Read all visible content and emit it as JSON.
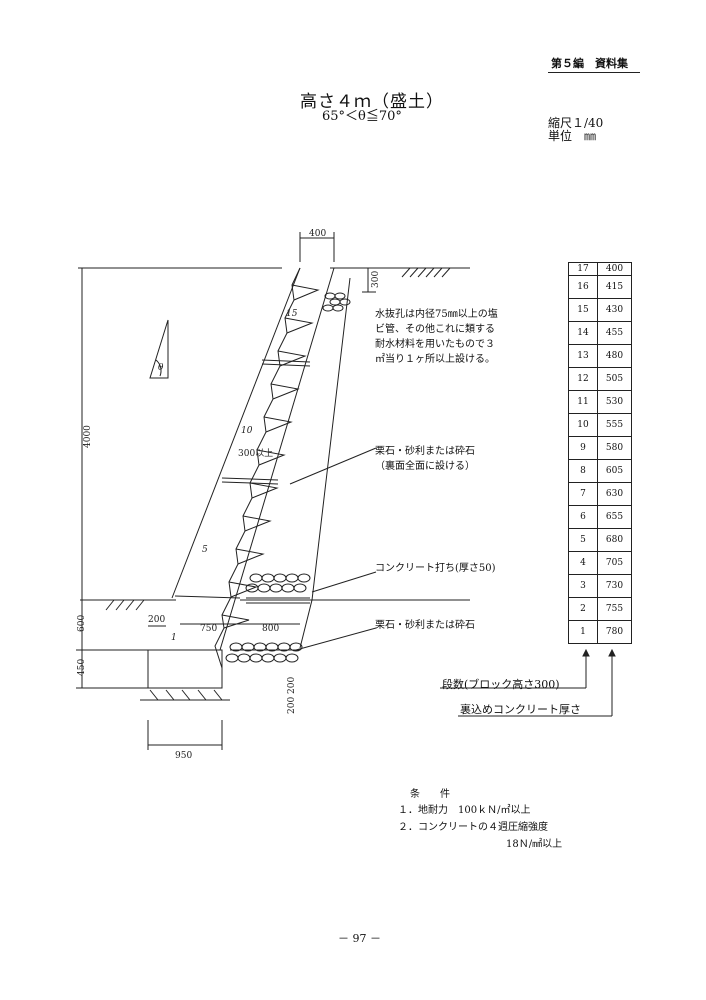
{
  "header": {
    "chapter": "第５編　資料集"
  },
  "title": {
    "main": "高さ４ｍ（盛土）",
    "angle": "65°＜θ≦70°"
  },
  "scale": {
    "ratio": "縮尺１/40",
    "unit": "単位　㎜"
  },
  "dimensions": {
    "top_width": "400",
    "top_depth": "300",
    "height": "4000",
    "embed": "600",
    "footing_h": "450",
    "d200_left": "200",
    "d750": "750",
    "d800": "800",
    "base_width": "950",
    "d200_a": "200",
    "d200_b": "200",
    "backfill": "300以上"
  },
  "angle_symbol": "θ",
  "block_labels": [
    "1",
    "5",
    "10",
    "15"
  ],
  "annotations": {
    "drain": [
      "水抜孔は内径75㎜以上の塩",
      "ビ管、その他これに類する",
      "耐水材料を用いたもので３",
      "㎡当り１ヶ所以上設ける。"
    ],
    "gravel1": [
      "栗石・砂利または砕石",
      "（裏面全面に設ける）"
    ],
    "concrete": "コンクリート打ち(厚さ50)",
    "gravel2": "栗石・砂利または砕石"
  },
  "block_table": {
    "rows": [
      {
        "no": "17",
        "thickness": "400"
      },
      {
        "no": "16",
        "thickness": "415"
      },
      {
        "no": "15",
        "thickness": "430"
      },
      {
        "no": "14",
        "thickness": "455"
      },
      {
        "no": "13",
        "thickness": "480"
      },
      {
        "no": "12",
        "thickness": "505"
      },
      {
        "no": "11",
        "thickness": "530"
      },
      {
        "no": "10",
        "thickness": "555"
      },
      {
        "no": "9",
        "thickness": "580"
      },
      {
        "no": "8",
        "thickness": "605"
      },
      {
        "no": "7",
        "thickness": "630"
      },
      {
        "no": "6",
        "thickness": "655"
      },
      {
        "no": "5",
        "thickness": "680"
      },
      {
        "no": "4",
        "thickness": "705"
      },
      {
        "no": "3",
        "thickness": "730"
      },
      {
        "no": "2",
        "thickness": "755"
      },
      {
        "no": "1",
        "thickness": "780"
      }
    ],
    "label_steps": "段数(ブロック高さ300)",
    "label_concrete": "裏込めコンクリート厚さ"
  },
  "conditions": {
    "heading": "条　　件",
    "items": [
      "１．地耐力　100ｋＮ/㎡以上",
      "２．コンクリートの４週圧縮強度"
    ],
    "strength": "18Ｎ/㎟以上"
  },
  "page_number": "－ 97 －"
}
